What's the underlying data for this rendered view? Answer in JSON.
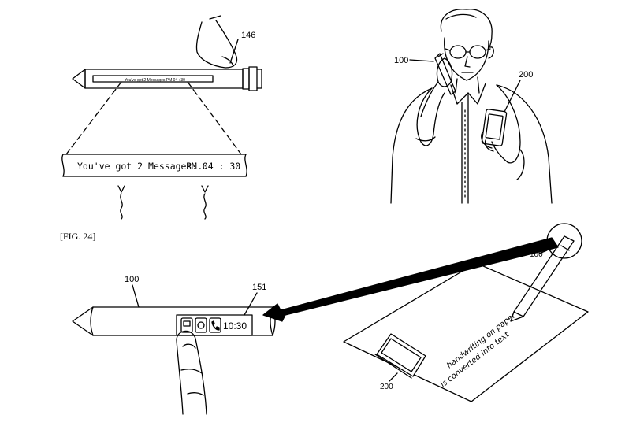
{
  "labels": {
    "pen_top_ref": "146",
    "person_pen_ref": "100",
    "person_phone_ref": "200",
    "fig_label": "[FIG. 24]",
    "pen_bottom_ref": "100",
    "display_ref": "151",
    "paper_pen_ref": "100",
    "paper_phone_ref": "200"
  },
  "pen_small_display": "You've got 2 Messages      PM 04 : 30",
  "magnified_message": "You've got 2 Messages...",
  "magnified_time": "PM 04 : 30",
  "pen_display_time": "10:30",
  "handwriting_line1": "handwriting on paper",
  "handwriting_line2": "is converted into text",
  "icons": [
    "message-icon",
    "chat-bubble-icon",
    "phone-icon"
  ]
}
